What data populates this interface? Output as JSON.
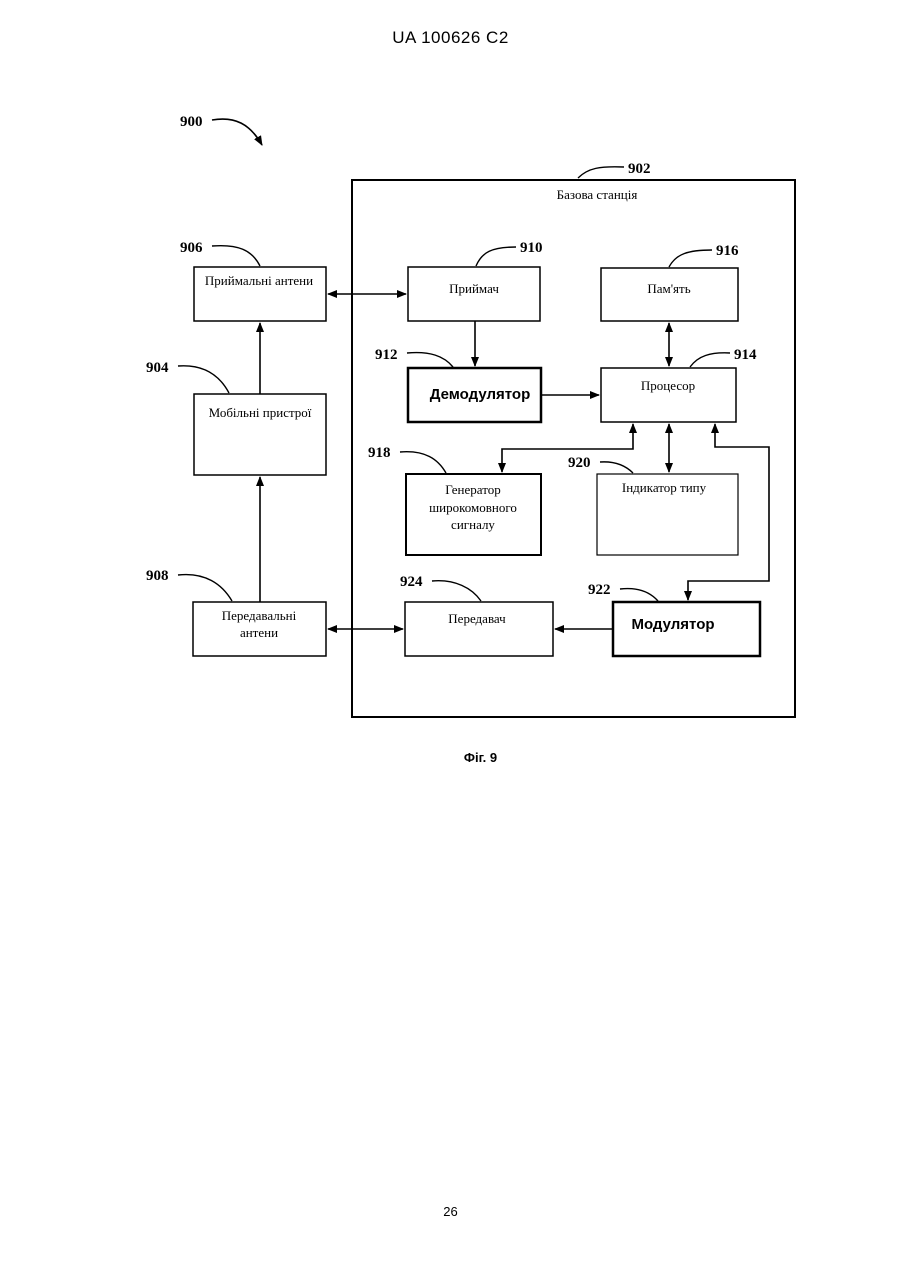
{
  "header": "UA   100626   C2",
  "figure_caption": "Фіг. 9",
  "page_number": "26",
  "refs": {
    "system": "900",
    "base_station": "902",
    "mobile_devices": "904",
    "receive_antennas": "906",
    "transmit_antennas": "908",
    "receiver": "910",
    "demodulator": "912",
    "processor": "914",
    "memory": "916",
    "broadcast_generator": "918",
    "type_indicator": "920",
    "modulator": "922",
    "transmitter": "924"
  },
  "labels": {
    "base_station": "Базова станція",
    "receive_antennas": "Приймальні антени",
    "mobile_devices": "Мобільні пристрої",
    "transmit_antennas_line1": "Передавальні",
    "transmit_antennas_line2": "антени",
    "receiver": "Приймач",
    "memory": "Пам'ять",
    "demodulator": "Демодулятор",
    "processor": "Процесор",
    "broadcast_generator_line1": "Генератор",
    "broadcast_generator_line2": "широкомовного",
    "broadcast_generator_line3": "сигналу",
    "type_indicator": "Індикатор типу",
    "transmitter": "Передавач",
    "modulator": "Модулятор"
  }
}
